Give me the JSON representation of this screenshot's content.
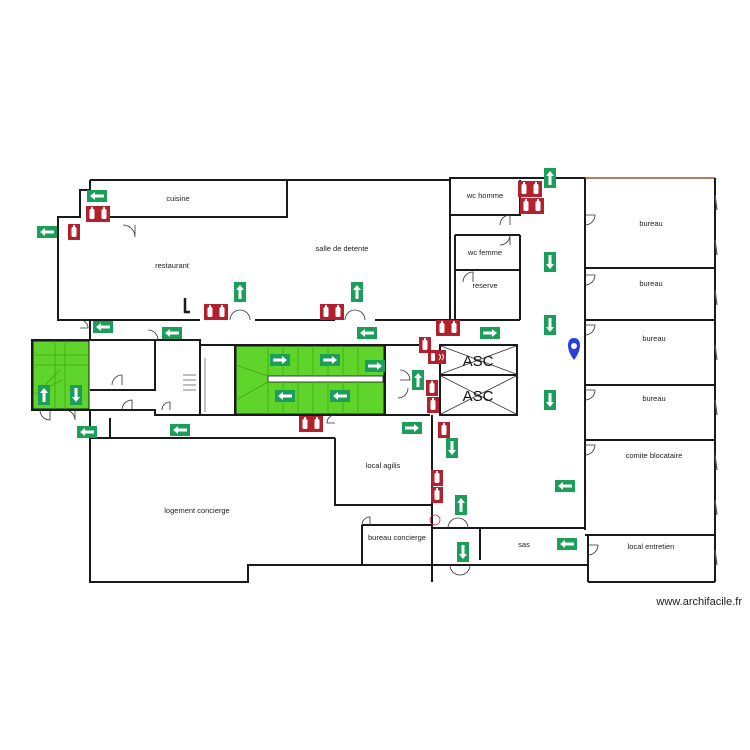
{
  "rooms": {
    "cuisine": "cuisine",
    "restaurant": "restaurant",
    "salle_detente": "salle de detente",
    "wc_homme": "wc homme",
    "wc_femme": "wc femme",
    "reserve": "reserve",
    "bureau_1": "bureau",
    "bureau_2": "bureau",
    "bureau_3": "bureau",
    "bureau_4": "bureau",
    "comite": "comite blocataire",
    "local_entretien": "local entretien",
    "local_agilis": "local agilis",
    "logement_concierge": "logement concierge",
    "bureau_concierge": "bureau concierge",
    "sas": "sas"
  },
  "elevators": {
    "asc_1": "ASC",
    "asc_2": "ASC"
  },
  "watermark": "www.archifacile.fr",
  "colors": {
    "wall": "#1a1a1a",
    "exit_sign": "#1b9e5a",
    "fire_sign": "#b3202e",
    "stair_fill": "#5fd42a",
    "marker": "#2a3fd6"
  },
  "icons": {
    "exit": "emergency-exit-arrow-icon",
    "extinguisher": "fire-extinguisher-icon",
    "location": "location-pin-icon"
  }
}
